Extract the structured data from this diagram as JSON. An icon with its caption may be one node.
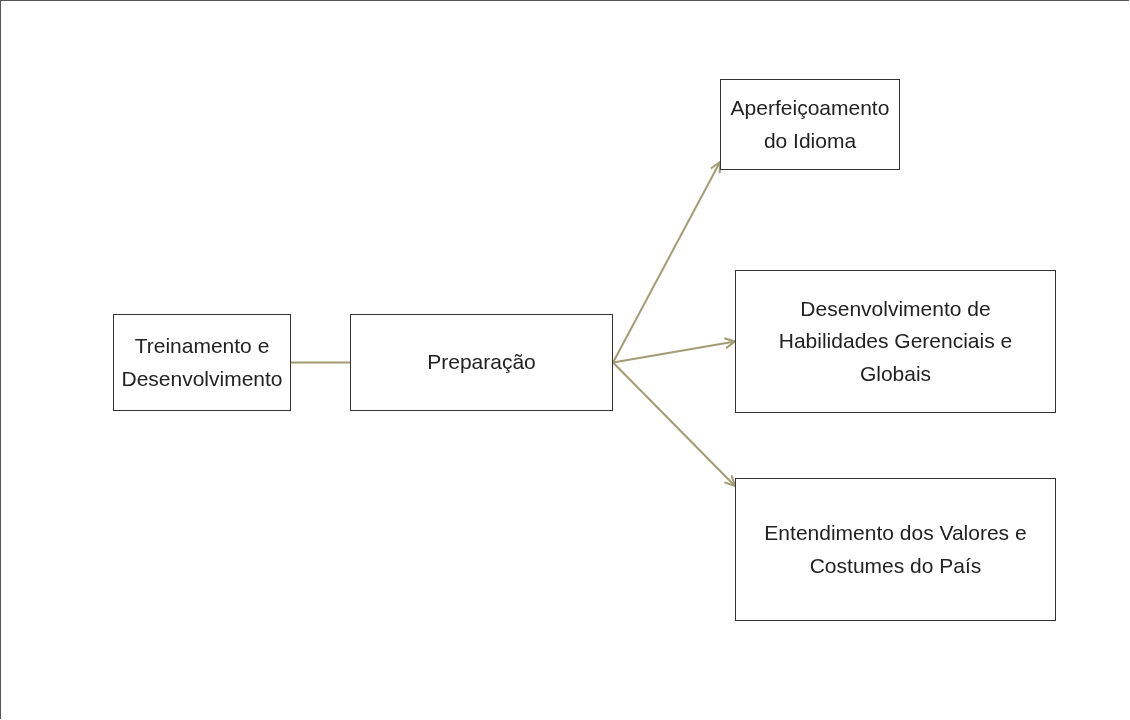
{
  "diagram": {
    "nodes": [
      {
        "text": [
          "Treinamento e Desenvolvimento"
        ]
      },
      {
        "text": [
          "Preparação"
        ]
      },
      {
        "text": [
          "Aperfeiçoamento do Idioma"
        ]
      },
      {
        "text": [
          "Desenvolvimento de Habilidades Gerenciais e Globais"
        ]
      },
      {
        "text": [
          "Entendimento dos Valores e Costumes do País"
        ]
      }
    ],
    "edges": [
      {
        "from": 0,
        "to": 1,
        "arrow": "none"
      },
      {
        "from": 1,
        "to": 2,
        "arrow": "to"
      },
      {
        "from": 1,
        "to": 3,
        "arrow": "to"
      },
      {
        "from": 1,
        "to": 4,
        "arrow": "to"
      }
    ]
  }
}
